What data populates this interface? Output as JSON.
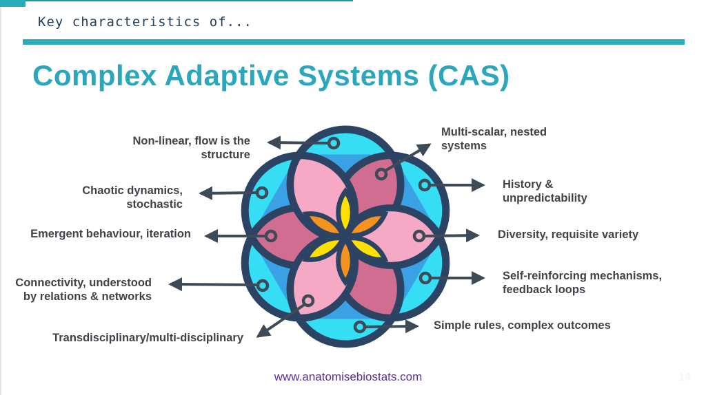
{
  "slide": {
    "kicker": "Key characteristics of...",
    "title": "Complex Adaptive Systems (CAS)",
    "footer_url": "www.anatomisebiostats.com",
    "page_number": "14"
  },
  "labels": {
    "non_linear": "Non-linear, flow is the\nstructure",
    "chaotic": "Chaotic dynamics,\nstochastic",
    "emergent": "Emergent behaviour, iteration",
    "connectivity": "Connectivity, understood\nby relations & networks",
    "transdisciplinary": "Transdisciplinary/multi-disciplinary",
    "multi_scalar": "Multi-scalar, nested\nsystems",
    "history": "History &\nunpredictability",
    "diversity": "Diversity, requisite variety",
    "self_reinforcing": "Self-reinforcing mechanisms,\nfeedback loops",
    "simple_rules": "Simple rules, complex outcomes"
  },
  "icon": "seed-of-life-flower",
  "colors": {
    "accent_teal": "#29acbe",
    "title_teal": "#2aa7bb",
    "kicker_navy": "#24405e",
    "label_gray": "#3f4347",
    "arrow_gray": "#3e4a55",
    "flower_outline_navy": "#2c4363",
    "flower_cyan": "#35ddf5",
    "flower_blue": "#3aa2e4",
    "petal_pink_light": "#f5a9c4",
    "petal_pink_dark": "#d26d92",
    "center_yellow": "#ffe000",
    "center_orange": "#f6921e",
    "url_purple": "#5c2d90"
  }
}
